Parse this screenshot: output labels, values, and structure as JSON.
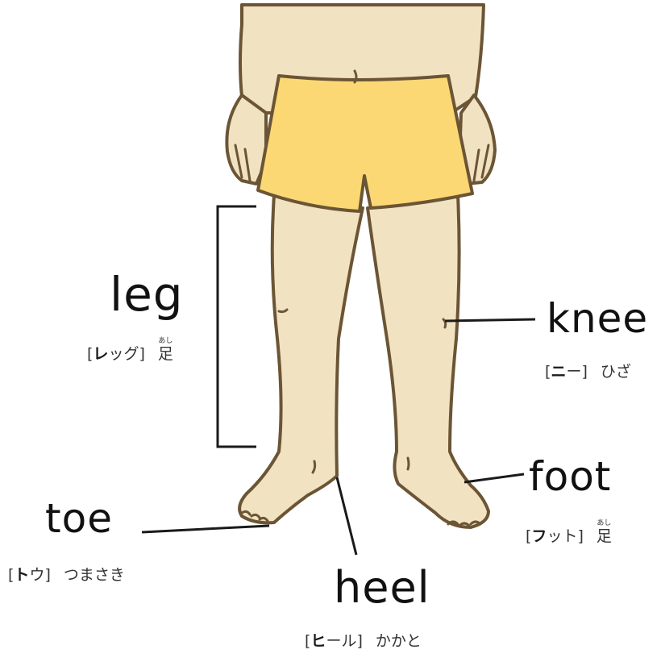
{
  "colors": {
    "skin": "#f1e2c2",
    "outline": "#6b5535",
    "shorts": "#fcd874",
    "shorts_shadow": "#f4c860",
    "line": "#1a1a1a"
  },
  "labels": {
    "leg": {
      "word": "leg",
      "bracket_open": "[",
      "kana_bold": "レ",
      "kana_rest": "ッグ",
      "bracket_close": "]",
      "kanji": "足",
      "furigana": "あし"
    },
    "knee": {
      "word": "knee",
      "bracket_open": "[",
      "kana_bold": "ニ",
      "kana_rest": "ー",
      "bracket_close": "]",
      "japanese": "ひざ"
    },
    "foot": {
      "word": "foot",
      "bracket_open": "[",
      "kana_bold": "フ",
      "kana_rest": "ット",
      "bracket_close": "]",
      "kanji": "足",
      "furigana": "あし"
    },
    "toe": {
      "word": "toe",
      "bracket_open": "[",
      "kana_bold": "ト",
      "kana_rest": "ウ",
      "bracket_close": "]",
      "japanese": "つまさき"
    },
    "heel": {
      "word": "heel",
      "bracket_open": "[",
      "kana_bold": "ヒ",
      "kana_rest": "ール",
      "bracket_close": "]",
      "japanese": "かかと"
    }
  }
}
